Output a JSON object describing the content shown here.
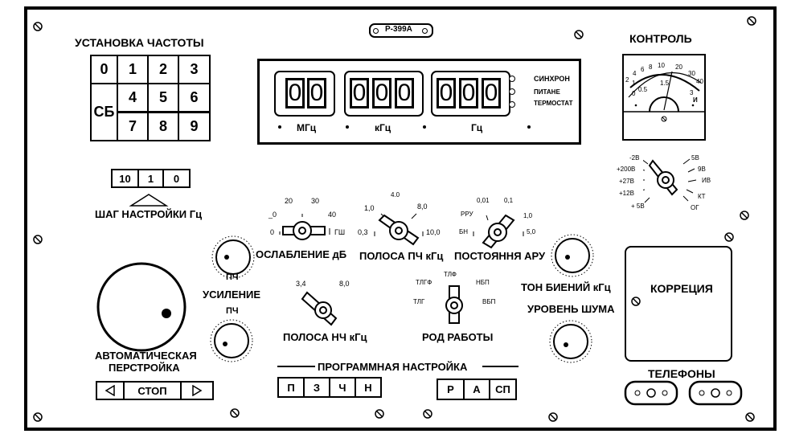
{
  "nameplate": "Р-399А",
  "freq_set": {
    "title": "УСТАНОВКА  ЧАСТОТЫ",
    "keys": [
      "0",
      "1",
      "2",
      "3",
      "СБ",
      "4",
      "5",
      "6",
      "7",
      "8",
      "9"
    ]
  },
  "display": {
    "digits": [
      "0",
      "0",
      "0",
      "0",
      "0",
      "0",
      "0",
      "0"
    ],
    "units": [
      "МГц",
      "кГц",
      "Гц"
    ],
    "indicators": [
      "СИНХРОН",
      "ПИТАНЕ",
      "ТЕРМОСТАТ"
    ]
  },
  "control": {
    "title": "КОНТРОЛЬ",
    "scale_top": [
      "2",
      "4",
      "6",
      "8",
      "10",
      "20",
      "30"
    ],
    "scale_top_right": "40",
    "scale_bottom": [
      "1",
      "0.5",
      "1.5",
      "3"
    ],
    "scale_zero": "0",
    "scale_mark": "И",
    "selector_left": [
      "-2В",
      "+200В",
      "+27В",
      "+12В",
      "+ 5В"
    ],
    "selector_right": [
      "5В",
      "9В",
      "ИВ",
      "КТ",
      "ОГ"
    ]
  },
  "step": {
    "values": [
      "10",
      "1",
      "0"
    ],
    "label": "ШАГ НАСТРОЙКИ Гц"
  },
  "attenuation": {
    "label": "ОСЛАБЛЕНИЕ  дБ",
    "marks": [
      "20",
      "30",
      "_0",
      "40",
      "0",
      "ГШ"
    ]
  },
  "if_band": {
    "label": "ПОЛОСА ПЧ кГц",
    "marks": [
      "4.0",
      "1,0",
      "8,0",
      "0,3",
      "10,0"
    ]
  },
  "agc": {
    "label": "ПОСТОЯННЯ АРУ",
    "marks": [
      "0,01",
      "0,1",
      "РРУ",
      "1,0",
      "БН",
      "5,0"
    ]
  },
  "gain": {
    "label": "УСИЛЕНИЕ",
    "top": "ПЧ",
    "bottom": "ПЧ"
  },
  "lf_band": {
    "label": "ПОЛОСА НЧ кГц",
    "marks": [
      "3,4",
      "8,0"
    ]
  },
  "mode": {
    "label": "РОД  РАБОТЫ",
    "marks": [
      "ТЛФ",
      "ТЛГФ",
      "НБП",
      "ТЛГ",
      "ВБП"
    ]
  },
  "beat_tone": {
    "label": "ТОН БИЕНИЙ кГц"
  },
  "noise_level": {
    "label": "УРОВЕНЬ ШУМА"
  },
  "correction": {
    "label": "КОРРЕЦИЯ"
  },
  "auto_tune": {
    "label_line1": "АВТОМАТИЧЕСКАЯ",
    "label_line2": "ПЕРСТРОЙКА",
    "stop": "СТОП"
  },
  "program": {
    "label": "ПРОГРАММНАЯ  НАСТРОЙКА",
    "left_buttons": [
      "П",
      "З",
      "Ч",
      "Н"
    ],
    "right_buttons": [
      "Р",
      "А",
      "СП"
    ]
  },
  "phones": {
    "label": "ТЕЛЕФОНЫ"
  }
}
